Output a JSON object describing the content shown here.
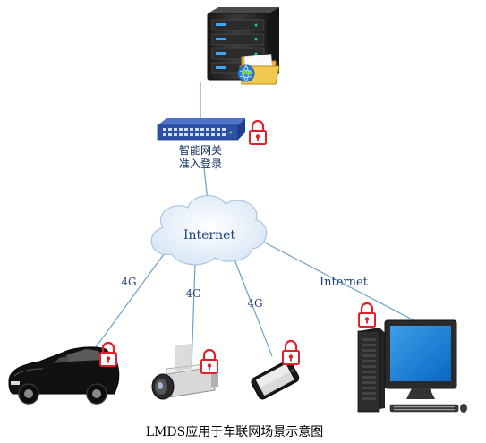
{
  "diagram": {
    "gateway_label_line1": "智能网关",
    "gateway_label_line2": "准入登录",
    "internet_label": "Internet",
    "edge_label_car": "4G",
    "edge_label_camera": "4G",
    "edge_label_phone": "4G",
    "edge_label_pc": "Internet",
    "caption": "LMDS应用于车联网场景示意图"
  },
  "icons": [
    "server-icon",
    "folder-icon",
    "globe-icon",
    "switch-icon",
    "lock-icon",
    "cloud-icon",
    "car-icon",
    "camera-icon",
    "phone-icon",
    "desktop-pc-icon"
  ],
  "colors": {
    "link_line": "#6aa0c8",
    "lock": "#e0202a",
    "cloud": "#e3eef8",
    "switch": "#2d4fa8",
    "label": "#1f3f7a"
  }
}
